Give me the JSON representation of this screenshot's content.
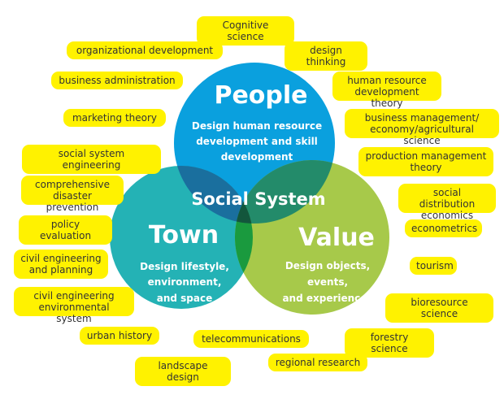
{
  "venn": {
    "people": {
      "title": "People",
      "lines": [
        "Design human resource",
        "development and skill",
        "development"
      ]
    },
    "town": {
      "title": "Town",
      "lines": [
        "Design lifestyle,",
        "environment,",
        "and space"
      ]
    },
    "value": {
      "title": "Value",
      "lines": [
        "Design objects,",
        "events,",
        "and experiences"
      ]
    },
    "center": "Social System",
    "colors": {
      "people": "#0aa0de",
      "town": "#24b2b5",
      "value": "#a7c94a",
      "people_town": "#1a6f9e",
      "people_value": "#238b6a",
      "town_value": "#1a9a3e",
      "all": "#13563c",
      "tag": "#fff200"
    }
  },
  "tags": [
    "Cognitive science",
    "organizational development",
    "design thinking",
    "business administration",
    "human resource\ndevelopment theory",
    "marketing theory",
    "business    management/\neconomy/agricultural science",
    "social system engineering",
    "production management\ntheory",
    "comprehensive\ndisaster prevention",
    "social distribution\neconomics",
    "policy evaluation",
    "econometrics",
    "civil engineering\nand planning",
    "tourism",
    "civil engineering\nenvironmental system",
    "bioresource science",
    "urban history",
    "telecommunications",
    "forestry science",
    "landscape design",
    "regional research"
  ]
}
